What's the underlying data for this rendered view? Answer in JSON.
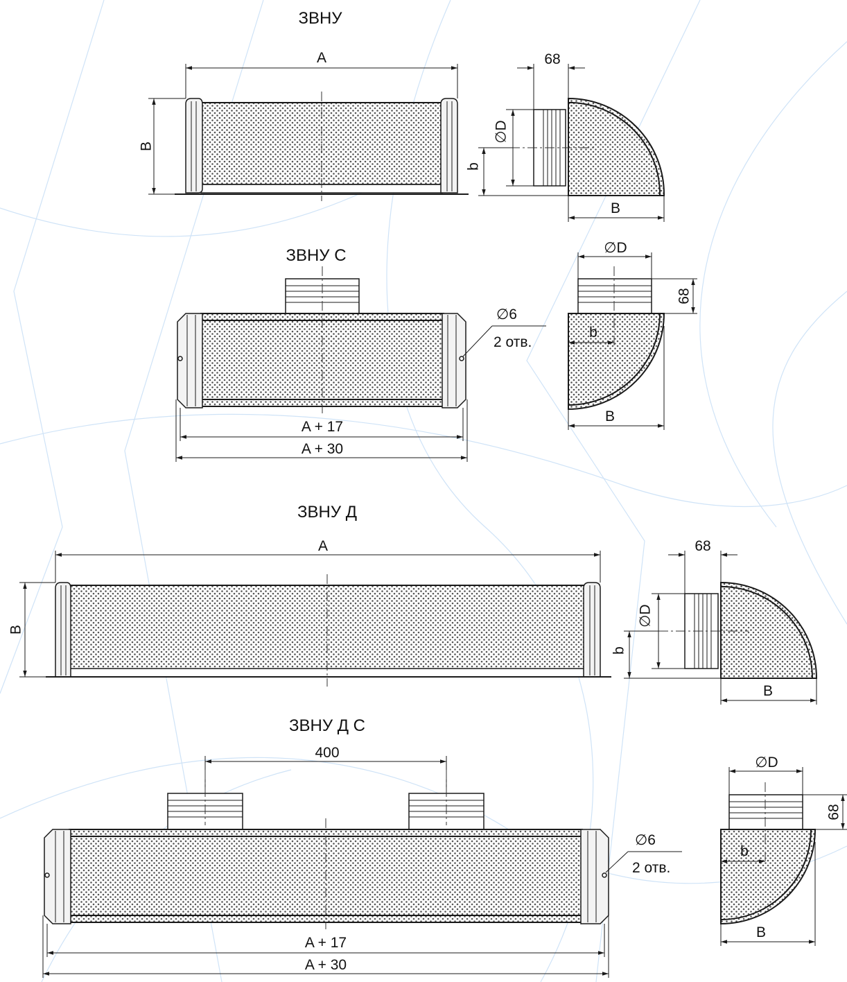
{
  "sections": {
    "zvnu": {
      "title": "ЗВНУ",
      "dim_a": "A",
      "dim_b_height": "B",
      "dim_68": "68",
      "dim_d": "∅D",
      "dim_b_small": "b",
      "dim_b_depth": "B"
    },
    "zvnu_c": {
      "title": "ЗВНУ С",
      "dim_d": "∅D",
      "dim_68": "68",
      "hole_size": "∅6",
      "hole_count": "2 отв.",
      "dim_b_small": "b",
      "dim_b_depth": "B",
      "dim_a17": "A + 17",
      "dim_a30": "A + 30"
    },
    "zvnu_d": {
      "title": "ЗВНУ Д",
      "dim_a": "A",
      "dim_b_height": "B",
      "dim_68": "68",
      "dim_d": "∅D",
      "dim_b_small": "b",
      "dim_b_depth": "B"
    },
    "zvnu_dc": {
      "title": "ЗВНУ Д С",
      "dim_400": "400",
      "hole_size": "∅6",
      "hole_count": "2 отв.",
      "dim_d": "∅D",
      "dim_68": "68",
      "dim_b_small": "b",
      "dim_b_depth": "B",
      "dim_a17": "A + 17",
      "dim_a30": "A + 30"
    }
  },
  "colors": {
    "line": "#1a1a1a",
    "background_pattern": "#cfe3f7",
    "perforation": "#555555"
  }
}
